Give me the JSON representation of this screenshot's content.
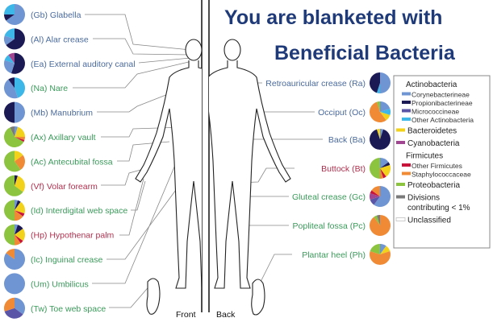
{
  "title": {
    "line1": "You are blanketed with",
    "line2": "Beneficial Bacteria"
  },
  "figure_labels": {
    "front": "Front",
    "back": "Back"
  },
  "label_colors": {
    "sebaceous": "#4a6a9c",
    "moist": "#3a9a5a",
    "dry": "#b0304e"
  },
  "taxa_colors": {
    "cory": "#6f95d2",
    "prop": "#1c1a55",
    "micro": "#5b55a8",
    "otherAct": "#3db6e8",
    "bact": "#f2d21a",
    "cyano": "#a0458f",
    "otherFirm": "#c8143a",
    "staph": "#f08a35",
    "proteo": "#8dc43f",
    "div": "#7a7a7a",
    "uncl": "#ffffff"
  },
  "sites_left": [
    {
      "label": "(Gb) Glabella",
      "type": "sebaceous",
      "pie": {
        "cory": 0.65,
        "prop": 0.1,
        "otherAct": 0.25
      }
    },
    {
      "label": "(Al) Alar crease",
      "type": "sebaceous",
      "pie": {
        "prop": 0.65,
        "cory": 0.15,
        "otherAct": 0.2
      }
    },
    {
      "label": "(Ea) External auditory canal",
      "type": "sebaceous",
      "pie": {
        "prop": 0.55,
        "cory": 0.25,
        "otherAct": 0.1,
        "cyano": 0.1
      }
    },
    {
      "label": "(Na) Nare",
      "type": "moist",
      "pie": {
        "otherAct": 0.45,
        "cory": 0.45,
        "prop": 0.1
      }
    },
    {
      "label": "(Mb) Manubrium",
      "type": "sebaceous",
      "pie": {
        "cory": 0.5,
        "prop": 0.5
      }
    },
    {
      "label": "(Ax) Axillary vault",
      "type": "moist",
      "pie": {
        "cory": 0.05,
        "bact": 0.2,
        "staph": 0.05,
        "otherFirm": 0.03,
        "proteo": 0.6,
        "div": 0.07
      }
    },
    {
      "label": "(Ac) Antecubital fossa",
      "type": "moist",
      "pie": {
        "bact": 0.15,
        "staph": 0.25,
        "proteo": 0.6
      }
    },
    {
      "label": "(Vf) Volar forearm",
      "type": "dry",
      "pie": {
        "prop": 0.05,
        "bact": 0.3,
        "proteo": 0.65
      }
    },
    {
      "label": "(Id) Interdigital web space",
      "type": "moist",
      "pie": {
        "cory": 0.05,
        "prop": 0.05,
        "bact": 0.2,
        "otherFirm": 0.05,
        "staph": 0.15,
        "proteo": 0.5
      }
    },
    {
      "label": "(Hp) Hypothenar palm",
      "type": "dry",
      "pie": {
        "cory": 0.05,
        "prop": 0.1,
        "bact": 0.2,
        "otherFirm": 0.05,
        "staph": 0.1,
        "proteo": 0.5
      }
    },
    {
      "label": "(Ic) Inguinal crease",
      "type": "moist",
      "pie": {
        "cory": 0.85,
        "staph": 0.15
      }
    },
    {
      "label": "(Um) Umbilicus",
      "type": "moist",
      "pie": {
        "cory": 1
      }
    },
    {
      "label": "(Tw) Toe web space",
      "type": "moist",
      "pie": {
        "cory": 0.35,
        "micro": 0.35,
        "staph": 0.3
      }
    }
  ],
  "sites_right": [
    {
      "label": "Retroauricular crease (Ra)",
      "type": "sebaceous",
      "pie": {
        "cory": 0.5,
        "otherAct": 0.05,
        "prop": 0.45
      }
    },
    {
      "label": "Occiput (Oc)",
      "type": "sebaceous",
      "pie": {
        "cory": 0.2,
        "otherAct": 0.1,
        "bact": 0.1,
        "staph": 0.55,
        "proteo": 0.05
      }
    },
    {
      "label": "Back (Ba)",
      "type": "sebaceous",
      "pie": {
        "cory": 0.05,
        "prop": 0.9,
        "bact": 0.05
      }
    },
    {
      "label": "Buttock (Bt)",
      "type": "dry",
      "pie": {
        "cory": 0.15,
        "prop": 0.05,
        "bact": 0.2,
        "otherFirm": 0.05,
        "staph": 0.05,
        "proteo": 0.5
      }
    },
    {
      "label": "Gluteal crease (Gc)",
      "type": "moist",
      "pie": {
        "cory": 0.6,
        "micro": 0.1,
        "cyano": 0.1,
        "otherFirm": 0.05,
        "staph": 0.15
      }
    },
    {
      "label": "Popliteal fossa (Pc)",
      "type": "moist",
      "pie": {
        "staph": 0.9,
        "proteo": 0.05,
        "div": 0.05
      }
    },
    {
      "label": "Plantar heel (Ph)",
      "type": "moist",
      "pie": {
        "cory": 0.1,
        "bact": 0.1,
        "staph": 0.6,
        "proteo": 0.2
      }
    }
  ],
  "legend": [
    {
      "kind": "head",
      "label": "Actinobacteria"
    },
    {
      "kind": "sub",
      "key": "cory",
      "label": "Corynebacterineae"
    },
    {
      "kind": "sub",
      "key": "prop",
      "label": "Propionibacterineae"
    },
    {
      "kind": "sub",
      "key": "micro",
      "label": "Micrococcineae"
    },
    {
      "kind": "sub",
      "key": "otherAct",
      "label": "Other Actinobacteria"
    },
    {
      "kind": "main",
      "key": "bact",
      "label": "Bacteroidetes"
    },
    {
      "kind": "main",
      "key": "cyano",
      "label": "Cyanobacteria"
    },
    {
      "kind": "head",
      "label": "Firmicutes"
    },
    {
      "kind": "sub",
      "key": "otherFirm",
      "label": "Other Firmicutes"
    },
    {
      "kind": "sub",
      "key": "staph",
      "label": "Staphylococcaceae"
    },
    {
      "kind": "main",
      "key": "proteo",
      "label": "Proteobacteria"
    },
    {
      "kind": "main",
      "key": "div",
      "label": "Divisions"
    },
    {
      "kind": "cont",
      "label": "contributing < 1%"
    },
    {
      "kind": "main",
      "key": "uncl",
      "label": "Unclassified"
    }
  ]
}
